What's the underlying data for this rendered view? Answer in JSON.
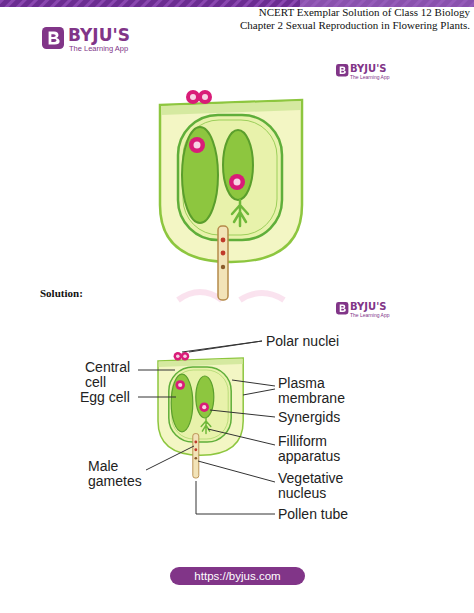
{
  "diagram": {
    "labels": [
      "BYJU'S",
      "The Learning App",
      "NCERT Exemplar Solution of Class 12 Biology",
      "Chapter 2 Sexual Reproduction in Flowering Plants.",
      "BYJU'S",
      "The Learning App",
      "Solution:",
      "BYJU'S",
      "The Learning App",
      "Polar nuclei",
      "Central cell",
      "Egg cell",
      "Plasma membrane",
      "Synergids",
      "Filliform apparatus",
      "Male gametes",
      "Vegetative nucleus",
      "Pollen tube",
      "https://byjus.com"
    ]
  }
}
